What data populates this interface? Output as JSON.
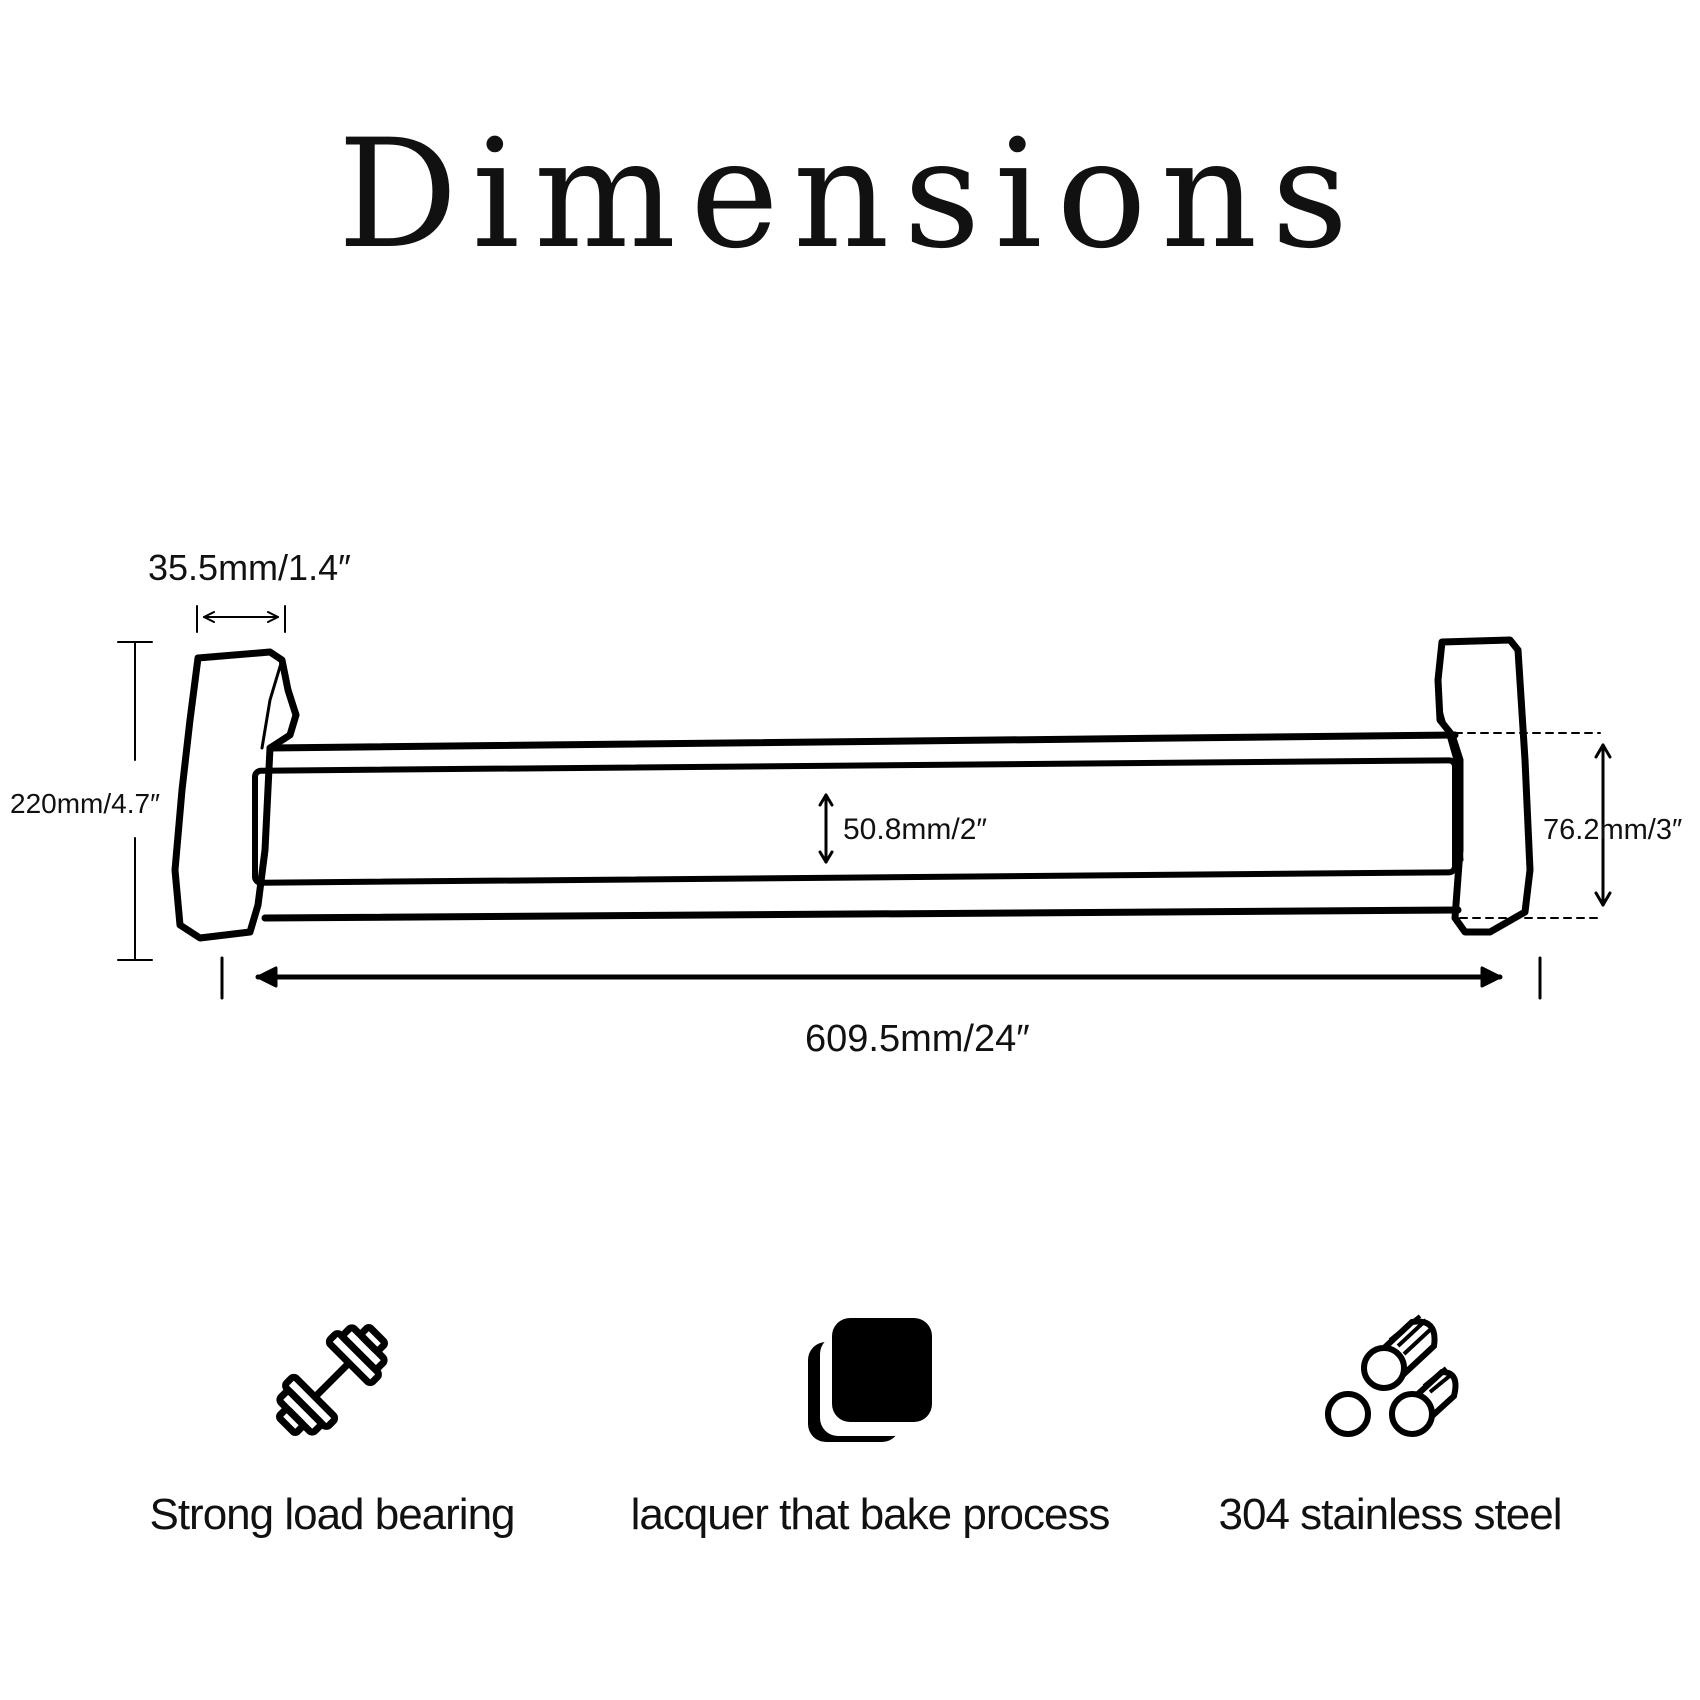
{
  "title": "Dimensions",
  "dimensions": {
    "bracket_width": "35.5mm/1.4″",
    "total_height": "220mm/4.7″",
    "inner_slot": "50.8mm/2″",
    "side_height": "76.2mm/3″",
    "total_length": "609.5mm/24″"
  },
  "features": [
    {
      "icon": "dumbbell-icon",
      "label": "Strong load bearing"
    },
    {
      "icon": "layers-icon",
      "label": "lacquer that bake process"
    },
    {
      "icon": "steel-logs-icon",
      "label": "304 stainless steel"
    }
  ]
}
